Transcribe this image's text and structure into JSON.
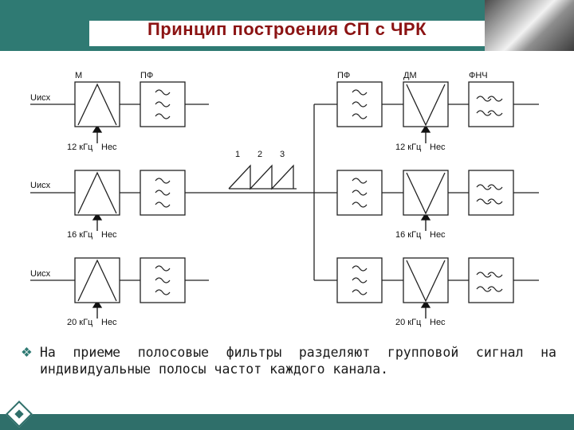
{
  "title": "Принцип построения СП с ЧРК",
  "labels": {
    "m": "М",
    "pf_tx": "ПФ",
    "pf_rx": "ПФ",
    "dm": "ДМ",
    "fnch": "ФНЧ",
    "u_in": "Uисх",
    "carrier": "Нес",
    "ch1": "1",
    "ch2": "2",
    "ch3": "3"
  },
  "channels": [
    {
      "freq_tx": "12 кГц",
      "freq_rx": "12 кГц"
    },
    {
      "freq_tx": "16 кГц",
      "freq_rx": "16 кГц"
    },
    {
      "freq_tx": "20 кГц",
      "freq_rx": "20 кГц"
    }
  ],
  "bullet": "На приеме полосовые фильтры разделяют групповой сигнал на индивидуальные полосы частот каждого канала.",
  "colors": {
    "header": "#2f7a73",
    "title": "#8b1313",
    "footer": "#2f6f6a"
  }
}
